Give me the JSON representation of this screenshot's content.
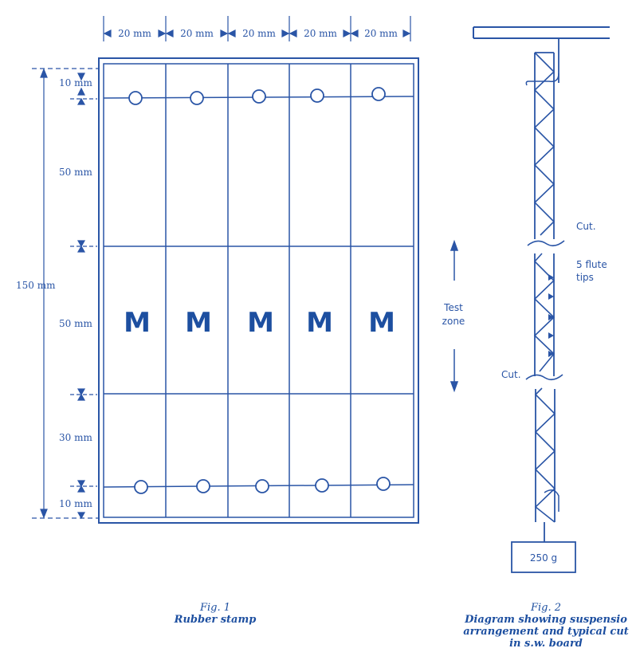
{
  "figures": {
    "fig1": {
      "label": "Fig. 1",
      "title": "Rubber stamp",
      "column_widths": [
        "20 mm",
        "20 mm",
        "20 mm",
        "20 mm",
        "20 mm"
      ],
      "height_total": "150 mm",
      "heights": [
        "10 mm",
        "50 mm",
        "50 mm",
        "30 mm",
        "10 mm"
      ],
      "letters": [
        "M",
        "M",
        "M",
        "M",
        "M"
      ],
      "test_zone_label_1": "Test",
      "test_zone_label_2": "zone"
    },
    "fig2": {
      "label": "Fig. 2",
      "title_line1": "Diagram showing suspensio",
      "title_line2": "arrangement and typical cut",
      "title_line3": "in s.w. board",
      "cut_upper": "Cut.",
      "cut_lower": "Cut.",
      "flute_note_1": "5 flute",
      "flute_note_2": "tips",
      "weight": "250 g"
    }
  },
  "colors": {
    "ink": "#1d4fa0",
    "paper": "#ffffff"
  }
}
